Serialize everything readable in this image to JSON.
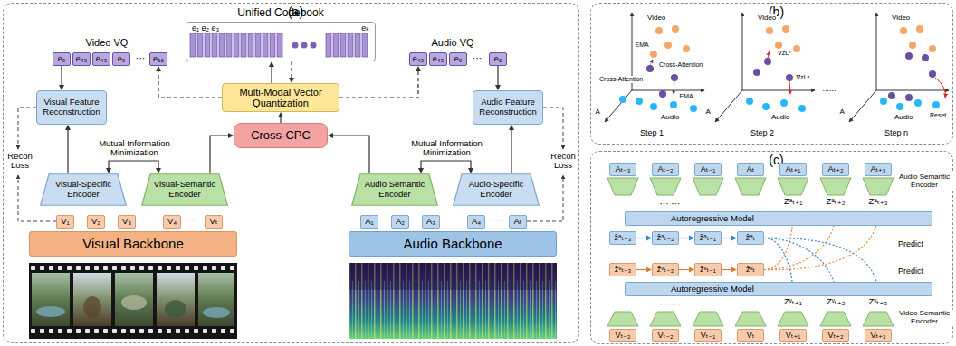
{
  "diagram": {
    "nodes": [
      {
        "text": [
          "(a)"
        ]
      },
      {
        "text": [
          "Unified Codebook",
          "e₁ e₂ e₃",
          "eₖ"
        ],
        "in": 0
      },
      {
        "text": [
          "Multi-Modal Vector Quantization"
        ],
        "in": 0
      },
      {
        "text": [
          "Cross-CPC"
        ],
        "in": 0
      },
      {
        "text": [
          "Visual Feature Reconstruction"
        ],
        "in": 0
      },
      {
        "text": [
          "Audio Feature Reconstruction"
        ],
        "in": 0
      },
      {
        "text": [
          "Visual-Specific Encoder"
        ],
        "in": 0
      },
      {
        "text": [
          "Visual-Semantic Encoder"
        ],
        "in": 0
      },
      {
        "text": [
          "Audio Semantic Encoder"
        ],
        "in": 0
      },
      {
        "text": [
          "Audio-Specific Encoder"
        ],
        "in": 0
      },
      {
        "text": [
          "V₁"
        ],
        "in": 0
      },
      {
        "text": [
          "V₂"
        ],
        "in": 0
      },
      {
        "text": [
          "V₃"
        ],
        "in": 0
      },
      {
        "text": [
          "V₄"
        ],
        "in": 0
      },
      {
        "text": [
          "Vₜ"
        ],
        "in": 0
      },
      {
        "text": [
          "A₁"
        ],
        "in": 0
      },
      {
        "text": [
          "A₂"
        ],
        "in": 0
      },
      {
        "text": [
          "A₃"
        ],
        "in": 0
      },
      {
        "text": [
          "A₄"
        ],
        "in": 0
      },
      {
        "text": [
          "Aₜ"
        ],
        "in": 0
      },
      {
        "text": [
          "Visual Backbone"
        ],
        "in": 0
      },
      {
        "text": [
          "Audio Backbone"
        ],
        "in": 0
      },
      {
        "text": [
          "e₉"
        ],
        "in": 0
      },
      {
        "text": [
          "e₄₃"
        ],
        "in": 0
      },
      {
        "text": [
          "e₄₃"
        ],
        "in": 0
      },
      {
        "text": [
          "e₉"
        ],
        "in": 0
      },
      {
        "text": [
          "e₆₆"
        ],
        "in": 0
      },
      {
        "text": [
          "e₄₃"
        ],
        "in": 0
      },
      {
        "text": [
          "e₄₃"
        ],
        "in": 0
      },
      {
        "text": [
          "e₉"
        ],
        "in": 0
      },
      {
        "text": [
          "e₆"
        ],
        "in": 0
      },
      {
        "text": [
          "(b)"
        ]
      },
      {
        "text": [
          "(c)"
        ]
      },
      {
        "text": [
          "Aₜ₋₃"
        ],
        "in": 32
      },
      {
        "text": [
          "Aₜ₋₂"
        ],
        "in": 32
      },
      {
        "text": [
          "Aₜ₋₁"
        ],
        "in": 32
      },
      {
        "text": [
          "Aₜ"
        ],
        "in": 32
      },
      {
        "text": [
          "Aₜ₊₁"
        ],
        "in": 32
      },
      {
        "text": [
          "Aₜ₊₂"
        ],
        "in": 32
      },
      {
        "text": [
          "Aₜ₊₃"
        ],
        "in": 32
      },
      {
        "text": [
          "Autoregressive Model"
        ],
        "in": 32
      },
      {
        "text": [
          "ẑᵃₜ₋₃"
        ],
        "in": 32
      },
      {
        "text": [
          "ẑᵃₜ₋₂"
        ],
        "in": 32
      },
      {
        "text": [
          "ẑᵃₜ₋₁"
        ],
        "in": 32
      },
      {
        "text": [
          "ẑᵃₜ"
        ],
        "in": 32
      },
      {
        "text": [
          "ẑᵛₜ₋₃"
        ],
        "in": 32
      },
      {
        "text": [
          "ẑᵛₜ₋₂"
        ],
        "in": 32
      },
      {
        "text": [
          "ẑᵛₜ₋₁"
        ],
        "in": 32
      },
      {
        "text": [
          "ẑᵛₜ"
        ],
        "in": 32
      },
      {
        "text": [
          "Autoregressive Model"
        ],
        "in": 32
      },
      {
        "text": [
          "Vₜ₋₃"
        ],
        "in": 32
      },
      {
        "text": [
          "Vₜ₋₂"
        ],
        "in": 32
      },
      {
        "text": [
          "Vₜ₋₁"
        ],
        "in": 32
      },
      {
        "text": [
          "Vₜ"
        ],
        "in": 32
      },
      {
        "text": [
          "Vₜ₊₁"
        ],
        "in": 32
      },
      {
        "text": [
          "Vₜ₊₂"
        ],
        "in": 32
      },
      {
        "text": [
          "Vₜ₊₃"
        ],
        "in": 32
      }
    ],
    "edges": [
      {
        "from": 6,
        "to": 4,
        "arrow": "to"
      },
      {
        "from": 6,
        "to": 7,
        "arrow": "both",
        "label": "Mutual Information Minimization"
      },
      {
        "from": 7,
        "to": 3,
        "arrow": "to"
      },
      {
        "from": 8,
        "to": 3,
        "arrow": "to"
      },
      {
        "from": 8,
        "to": 9,
        "arrow": "both",
        "label": "Mutual Information Minimization"
      },
      {
        "from": 9,
        "to": 5,
        "arrow": "to"
      },
      {
        "from": 3,
        "to": 2,
        "arrow": "to"
      },
      {
        "from": 2,
        "to": 1,
        "arrow": "to"
      },
      {
        "from": 1,
        "to": 2,
        "arrow": "to"
      },
      {
        "from": 2,
        "to": 26,
        "arrow": "to"
      },
      {
        "from": 2,
        "to": 27,
        "arrow": "to"
      },
      {
        "from": 22,
        "to": 4,
        "arrow": "to"
      },
      {
        "from": 30,
        "to": 5,
        "arrow": "to"
      },
      {
        "from": 41,
        "to": 42,
        "arrow": "to"
      },
      {
        "from": 42,
        "to": 43,
        "arrow": "to"
      },
      {
        "from": 43,
        "to": 44,
        "arrow": "to"
      },
      {
        "from": 45,
        "to": 46,
        "arrow": "to"
      },
      {
        "from": 46,
        "to": 47,
        "arrow": "to"
      },
      {
        "from": 47,
        "to": 48,
        "arrow": "to"
      }
    ],
    "labels": [
      "Video VQ",
      "Audio VQ",
      "···",
      "···",
      "Recon Loss",
      "Recon Loss",
      "···",
      "···",
      "Video",
      "EMA",
      "Cross-Attention",
      "Cross-Attention",
      "EMA",
      "A",
      "Audio",
      "Step 1",
      "Video",
      "∇zLᵛ",
      "∇zLᵃ",
      "A",
      "Audio",
      "Step 2",
      "......",
      "Video",
      "A",
      "Audio",
      "Reset",
      "Step n",
      "Audio Semantic Encoder",
      "··· ···",
      "Zᵃₜ₊₁",
      "Zᵃₜ₊₂",
      "Zᵃₜ₊₃",
      "Predict",
      "Predict",
      "··· ···",
      "Zᵛₜ₊₁",
      "Zᵛₜ₊₂",
      "Zᵛₜ₊₃",
      "Video Semantic Encoder"
    ]
  }
}
